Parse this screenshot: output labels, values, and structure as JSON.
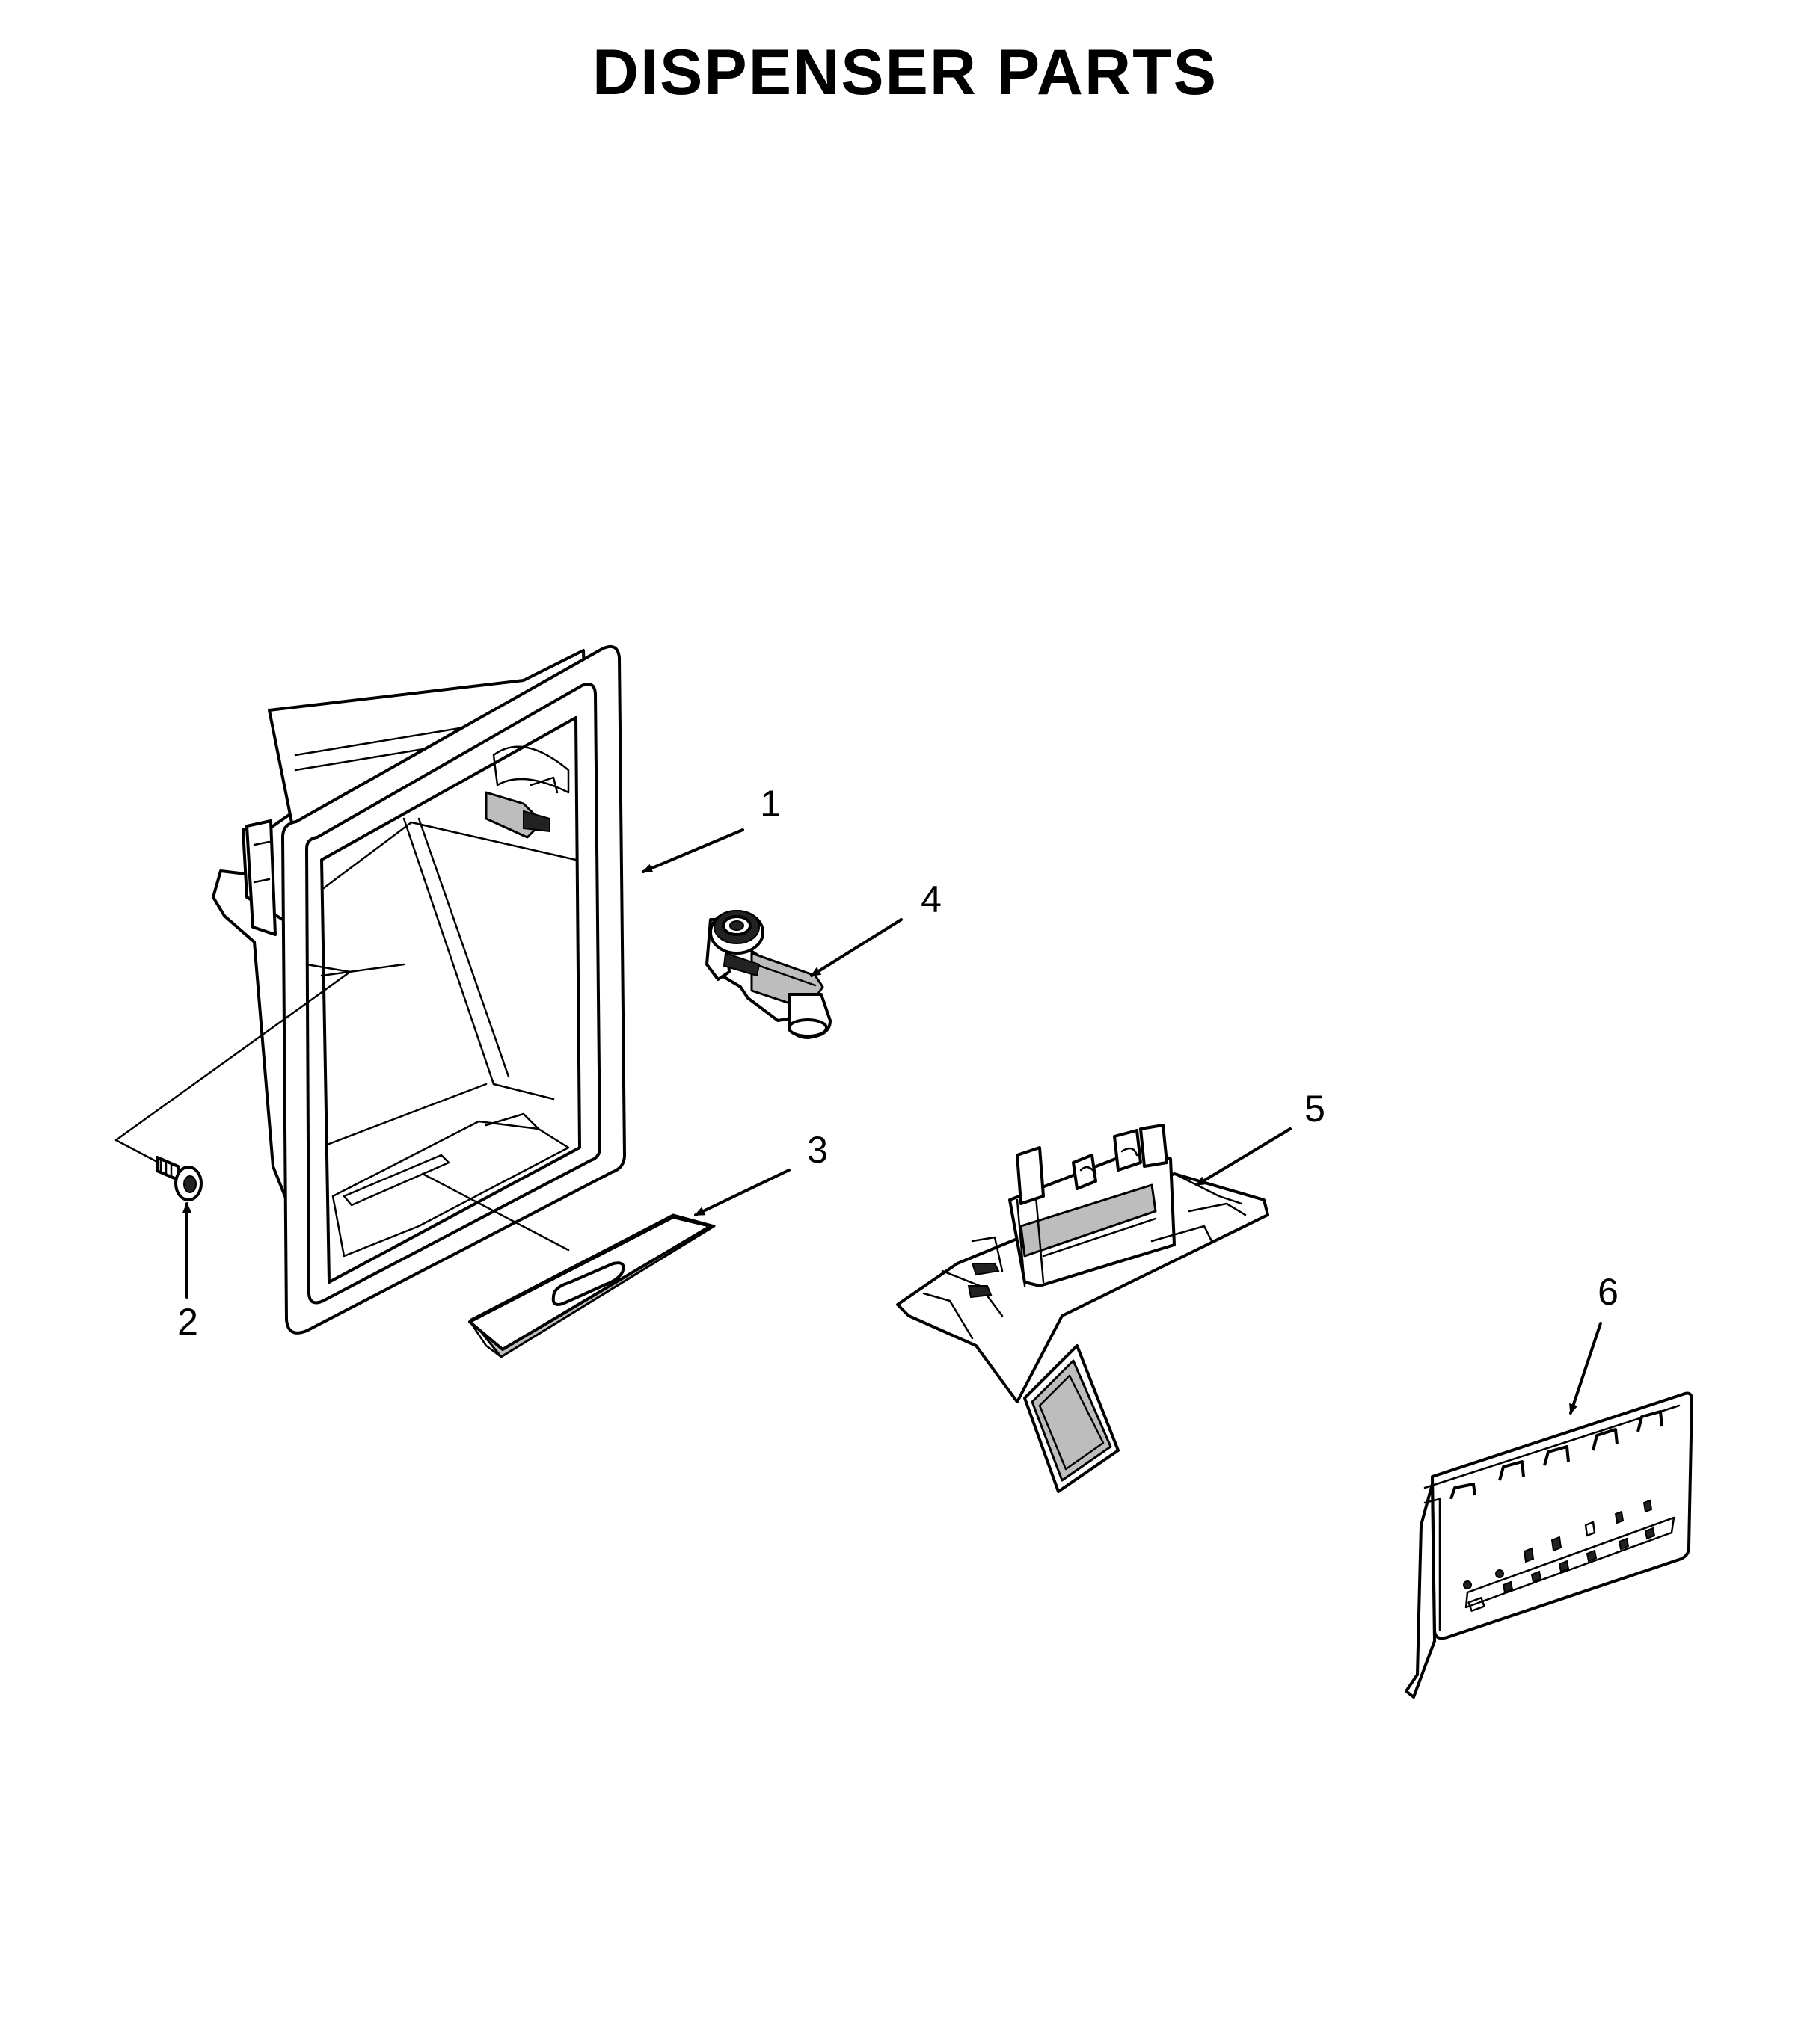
{
  "title": "DISPENSER PARTS",
  "callouts": [
    {
      "label": "1"
    },
    {
      "label": "2"
    },
    {
      "label": "3"
    },
    {
      "label": "4"
    },
    {
      "label": "5"
    },
    {
      "label": "6"
    }
  ]
}
